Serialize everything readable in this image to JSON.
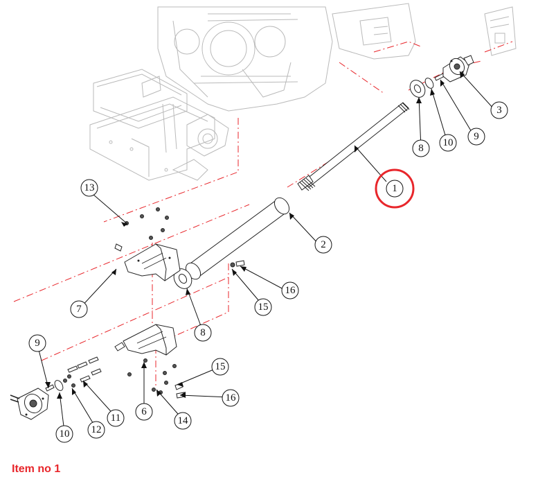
{
  "diagram": {
    "callouts": [
      {
        "id": "c1",
        "label": "1",
        "highlighted": true
      },
      {
        "id": "c2",
        "label": "2"
      },
      {
        "id": "c3",
        "label": "3"
      },
      {
        "id": "c6",
        "label": "6"
      },
      {
        "id": "c7",
        "label": "7"
      },
      {
        "id": "c8a",
        "label": "8"
      },
      {
        "id": "c8b",
        "label": "8"
      },
      {
        "id": "c9a",
        "label": "9"
      },
      {
        "id": "c9b",
        "label": "9"
      },
      {
        "id": "c10a",
        "label": "10"
      },
      {
        "id": "c10b",
        "label": "10"
      },
      {
        "id": "c11",
        "label": "11"
      },
      {
        "id": "c12",
        "label": "12"
      },
      {
        "id": "c13",
        "label": "13"
      },
      {
        "id": "c14",
        "label": "14"
      },
      {
        "id": "c15a",
        "label": "15"
      },
      {
        "id": "c15b",
        "label": "15"
      },
      {
        "id": "c16a",
        "label": "16"
      },
      {
        "id": "c16b",
        "label": "16"
      }
    ],
    "colors": {
      "highlight": "#e8262b",
      "centerline": "#e8262b",
      "line": "#222222",
      "ghost": "#b9b9b9"
    }
  },
  "caption": {
    "text": "Item no 1"
  }
}
